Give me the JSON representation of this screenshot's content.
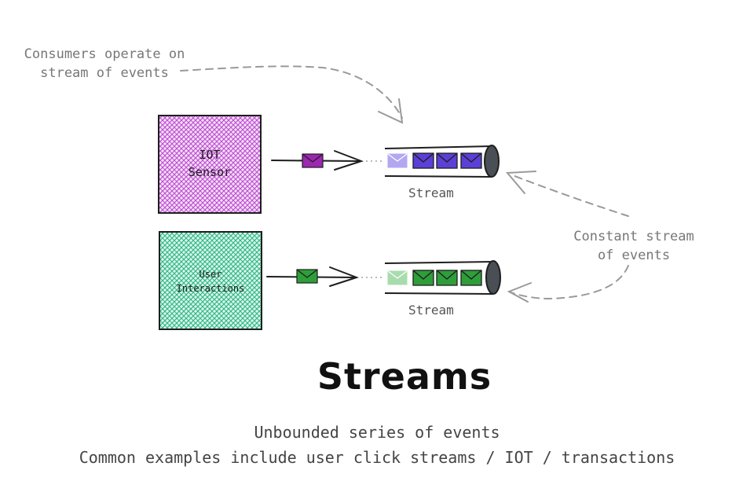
{
  "diagram": {
    "title": "Streams",
    "subtitle_lines": [
      "Unbounded series of events",
      "Common examples include user click streams / IOT / transactions"
    ],
    "annotations": {
      "consumers": [
        "Consumers operate on",
        "stream of events"
      ],
      "constant": [
        "Constant stream",
        "of events"
      ]
    },
    "producers": [
      {
        "label_lines": [
          "IOT",
          "Sensor"
        ],
        "color": "#c04fd1",
        "event_color": "#9c27b0"
      },
      {
        "label_lines": [
          "User",
          "Interactions"
        ],
        "color": "#2fb986",
        "event_color": "#2e9e3a"
      }
    ],
    "streams": [
      {
        "label": "Stream",
        "event_color": "#5b3fd6",
        "faded_color": "#b3a7f0"
      },
      {
        "label": "Stream",
        "event_color": "#2e9e3a",
        "faded_color": "#a8dcae"
      }
    ]
  }
}
